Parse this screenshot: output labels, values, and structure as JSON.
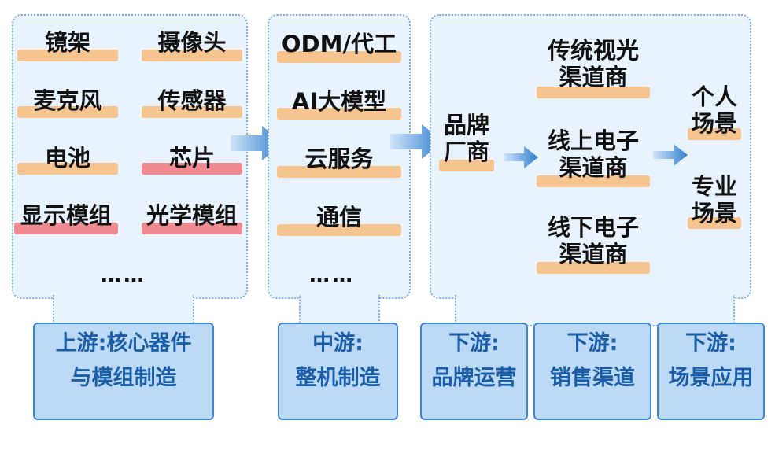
{
  "upstream": {
    "items": [
      "镜架",
      "摄像头",
      "麦克风",
      "传感器",
      "电池",
      "芯片",
      "显示模组",
      "光学模组"
    ],
    "ellipsis": "……",
    "caption_line1": "上游:核心器件",
    "caption_line2": "与模组制造"
  },
  "midstream": {
    "items": [
      "ODM/代工",
      "AI大模型",
      "云服务",
      "通信"
    ],
    "ellipsis": "……",
    "caption_line1": "中游:",
    "caption_line2": "整机制造"
  },
  "downstream": {
    "brand": [
      "品牌",
      "厂商"
    ],
    "channels": [
      [
        "传统视光",
        "渠道商"
      ],
      [
        "线上电子",
        "渠道商"
      ],
      [
        "线下电子",
        "渠道商"
      ]
    ],
    "scenes": [
      [
        "个人",
        "场景"
      ],
      [
        "专业",
        "场景"
      ]
    ],
    "captions": [
      [
        "下游:",
        "品牌运营"
      ],
      [
        "下游:",
        "销售渠道"
      ],
      [
        "下游:",
        "场景应用"
      ]
    ]
  },
  "colors": {
    "panel": "#e9f3fd",
    "caption_text": "#1a5da8",
    "highlight_orange": "#f6c58f",
    "highlight_red": "#f08c91",
    "arrow": "#3d8bd6"
  }
}
